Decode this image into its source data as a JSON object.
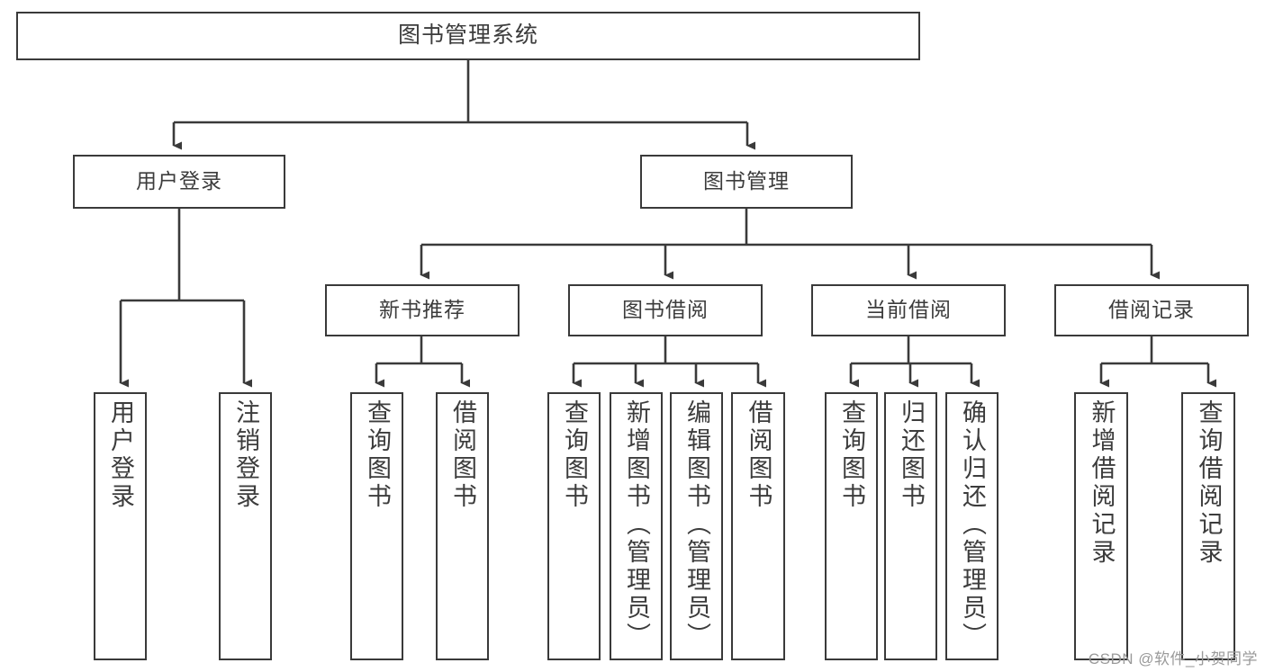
{
  "diagram": {
    "title": "图书管理系统",
    "type": "tree-hierarchy-diagram",
    "colors": {
      "box_stroke": "#3a3a3a",
      "box_fill": "#ffffff",
      "edge_stroke": "#3a3a3a",
      "text": "#3c3c3c",
      "watermark": "#9a9a9a"
    },
    "root": {
      "label": "图书管理系统"
    },
    "level2": [
      {
        "label": "用户登录"
      },
      {
        "label": "图书管理"
      }
    ],
    "level3": [
      {
        "label": "新书推荐"
      },
      {
        "label": "图书借阅"
      },
      {
        "label": "当前借阅"
      },
      {
        "label": "借阅记录"
      }
    ],
    "leaves": {
      "user_login": [
        {
          "label": "用户登录"
        },
        {
          "label": "注销登录"
        }
      ],
      "new_book": [
        {
          "label": "查询图书"
        },
        {
          "label": "借阅图书"
        }
      ],
      "book_borrow": [
        {
          "label": "查询图书"
        },
        {
          "label": "新增图书（管理员）"
        },
        {
          "label": "编辑图书（管理员）"
        },
        {
          "label": "借阅图书"
        }
      ],
      "current_borrow": [
        {
          "label": "查询图书"
        },
        {
          "label": "归还图书"
        },
        {
          "label": "确认归还（管理员）"
        }
      ],
      "borrow_record": [
        {
          "label": "新增借阅记录"
        },
        {
          "label": "查询借阅记录"
        }
      ]
    }
  },
  "watermark": {
    "text": "CSDN @软件_小贺同学"
  }
}
